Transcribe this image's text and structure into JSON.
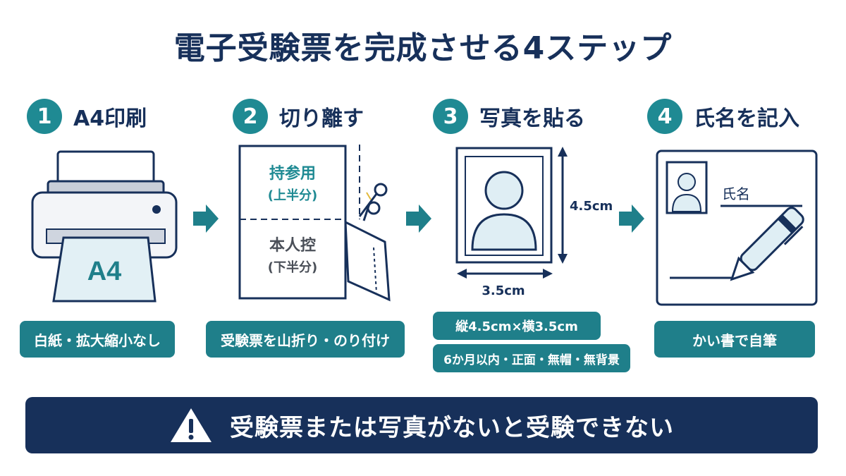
{
  "title": "電子受験票を完成させる4ステップ",
  "colors": {
    "navy": "#17305a",
    "teal": "#1f8a93",
    "light_blue": "#dfeef4"
  },
  "steps": [
    {
      "number": "1",
      "title": "A4印刷",
      "icon": "printer-icon",
      "paper_label": "A4",
      "badge": "白紙・拡大縮小なし"
    },
    {
      "number": "2",
      "title": "切り離す",
      "icon": "scissors-icon",
      "upper_label": "持参用",
      "upper_sub": "(上半分)",
      "lower_label": "本人控",
      "lower_sub": "(下半分)",
      "badge": "受験票を山折り・のり付け"
    },
    {
      "number": "3",
      "title": "写真を貼る",
      "icon": "person-photo-icon",
      "height_label": "4.5cm",
      "width_label": "3.5cm",
      "badge": "縦4.5cm×横3.5cm",
      "badge2": "6か月以内・正面・無帽・無背景"
    },
    {
      "number": "4",
      "title": "氏名を記入",
      "icon": "pen-icon",
      "name_label": "氏名",
      "badge": "かい書で自筆"
    }
  ],
  "warning": {
    "icon": "warning-icon",
    "text": "受験票または写真がないと受験できない"
  }
}
